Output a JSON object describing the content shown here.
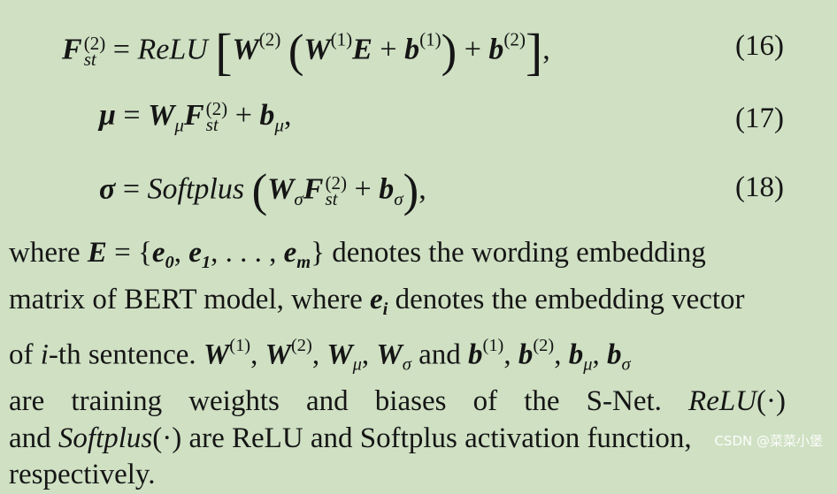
{
  "equations": [
    {
      "number": "(16)",
      "lhs_symbol": "F",
      "lhs_sup": "(2)",
      "lhs_sub": "st",
      "relu": "ReLU",
      "w2": "W",
      "w2_sup": "(2)",
      "w1": "W",
      "w1_sup": "(1)",
      "e": "E",
      "b1": "b",
      "b1_sup": "(1)",
      "b2": "b",
      "b2_sup": "(2)"
    },
    {
      "number": "(17)",
      "lhs_symbol": "μ",
      "w": "W",
      "w_sub": "μ",
      "f": "F",
      "f_sup": "(2)",
      "f_sub": "st",
      "b": "b",
      "b_sub": "μ"
    },
    {
      "number": "(18)",
      "lhs_symbol": "σ",
      "softplus": "Softplus",
      "w": "W",
      "w_sub": "σ",
      "f": "F",
      "f_sup": "(2)",
      "f_sub": "st",
      "b": "b",
      "b_sub": "σ"
    }
  ],
  "paragraph": {
    "line1_a": "where",
    "line1_b": "denotes the wording embedding",
    "line2_a": "matrix of BERT model, where",
    "line2_b": "denotes the embedding vector",
    "line3_a": "of",
    "line3_b": "-th sentence.",
    "line3_and": "and",
    "line4": "are training weights and biases of the S-Net.",
    "line5_a": "and",
    "line5_b": "are ReLU and Softplus activation function,",
    "line6": "respectively."
  },
  "watermark": "CSDN @菜菜小堡"
}
